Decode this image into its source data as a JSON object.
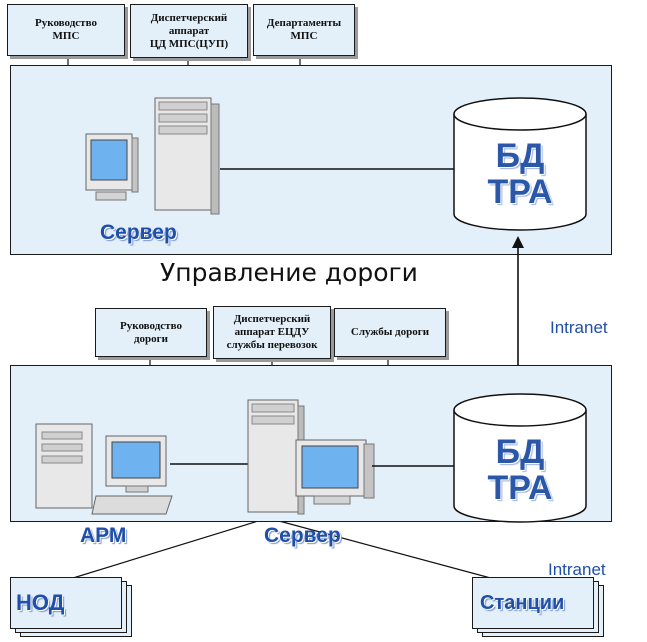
{
  "top_section": {
    "boxes": [
      {
        "label": "Руководство\nМПС"
      },
      {
        "label": "Диспетчерский\nаппарат\nЦД МПС(ЦУП)"
      },
      {
        "label": "Департаменты\nМПС"
      }
    ],
    "server_label": "Сервер",
    "db_line1": "БД",
    "db_line2": "ТРА"
  },
  "section_caption": "Управление дороги",
  "intranet_label": "Intranet",
  "bottom_section": {
    "boxes": [
      {
        "label": "Руководство\nдороги"
      },
      {
        "label": "Диспетчерский\nаппарат ЕЦДУ\nслужбы перевозок"
      },
      {
        "label": "Службы дороги"
      }
    ],
    "arm_label": "АРМ",
    "server_label": "Сервер",
    "db_line1": "БД",
    "db_line2": "ТРА"
  },
  "intranet_label_bottom": "Intranet",
  "remote_nodes": {
    "left": "НОД",
    "right": "Станции"
  },
  "colors": {
    "panel_fill": "#e3f0fa",
    "label_blue": "#1f4fa8",
    "screen_blue": "#6fb2f0"
  }
}
